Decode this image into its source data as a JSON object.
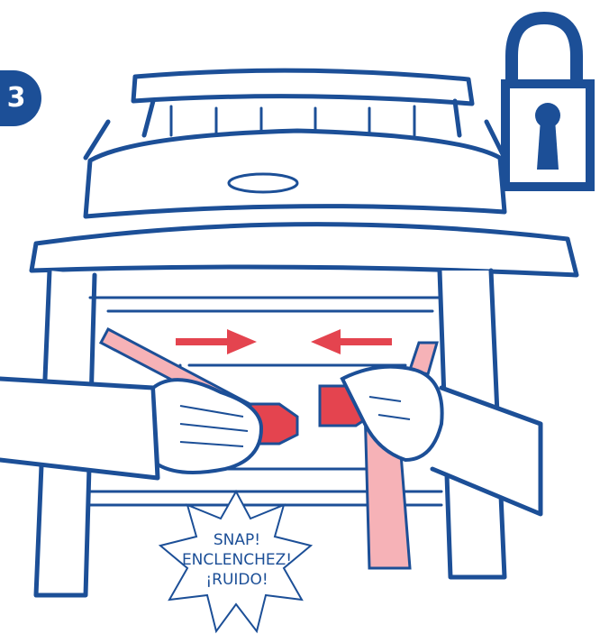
{
  "step": {
    "number": "3"
  },
  "icons": {
    "lock": "lock-icon",
    "arrow_right": "arrow-right-icon",
    "arrow_left": "arrow-left-icon"
  },
  "callout": {
    "line1": "SNAP!",
    "line2": "ENCLENCHEZ!",
    "line3": "¡RUIDO!"
  },
  "colors": {
    "outline": "#1c4f97",
    "strap": "#f6b2b7",
    "buckle": "#e4444f",
    "arrow": "#e4444f",
    "background": "#ffffff"
  }
}
